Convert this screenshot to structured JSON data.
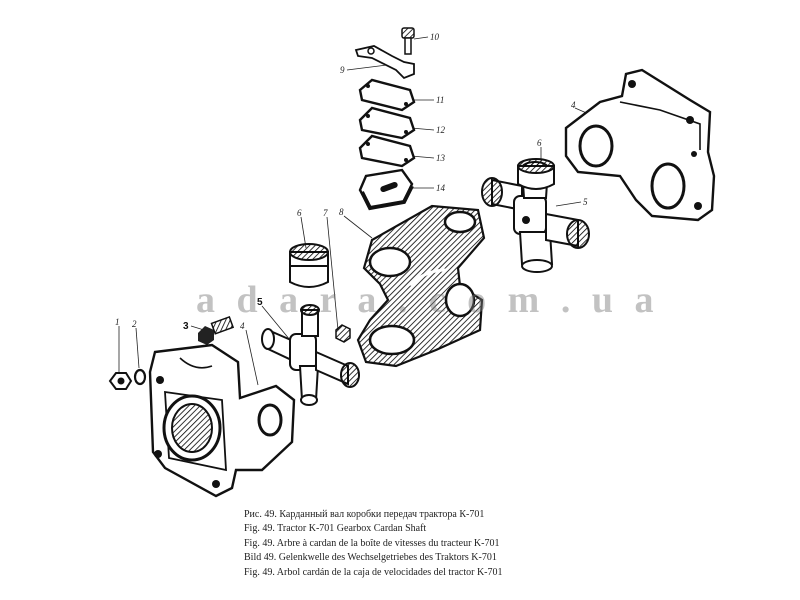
{
  "watermark": "a d a r a . c o m . u a",
  "labels": {
    "l1": "1",
    "l2": "2",
    "l3": "3",
    "l4a": "4",
    "l4b": "4",
    "l5a": "5",
    "l5b": "5",
    "l6a": "6",
    "l6b": "6",
    "l7": "7",
    "l8": "8",
    "l9": "9",
    "l10": "10",
    "l11": "11",
    "l12": "12",
    "l13": "13",
    "l14": "14"
  },
  "captions": [
    "Рис. 49. Карданный вал коробки передач трактора К-701",
    "Fig. 49. Tractor K-701 Gearbox Cardan Shaft",
    "Fig. 49. Arbre à cardan de la boîte de vitesses du tracteur K-701",
    "Bild 49. Gelenkwelle des Wechselgetriebes des Traktors K-701",
    "Fig. 49. Arbol cardán de la caja de velocidades del tractor K-701"
  ]
}
